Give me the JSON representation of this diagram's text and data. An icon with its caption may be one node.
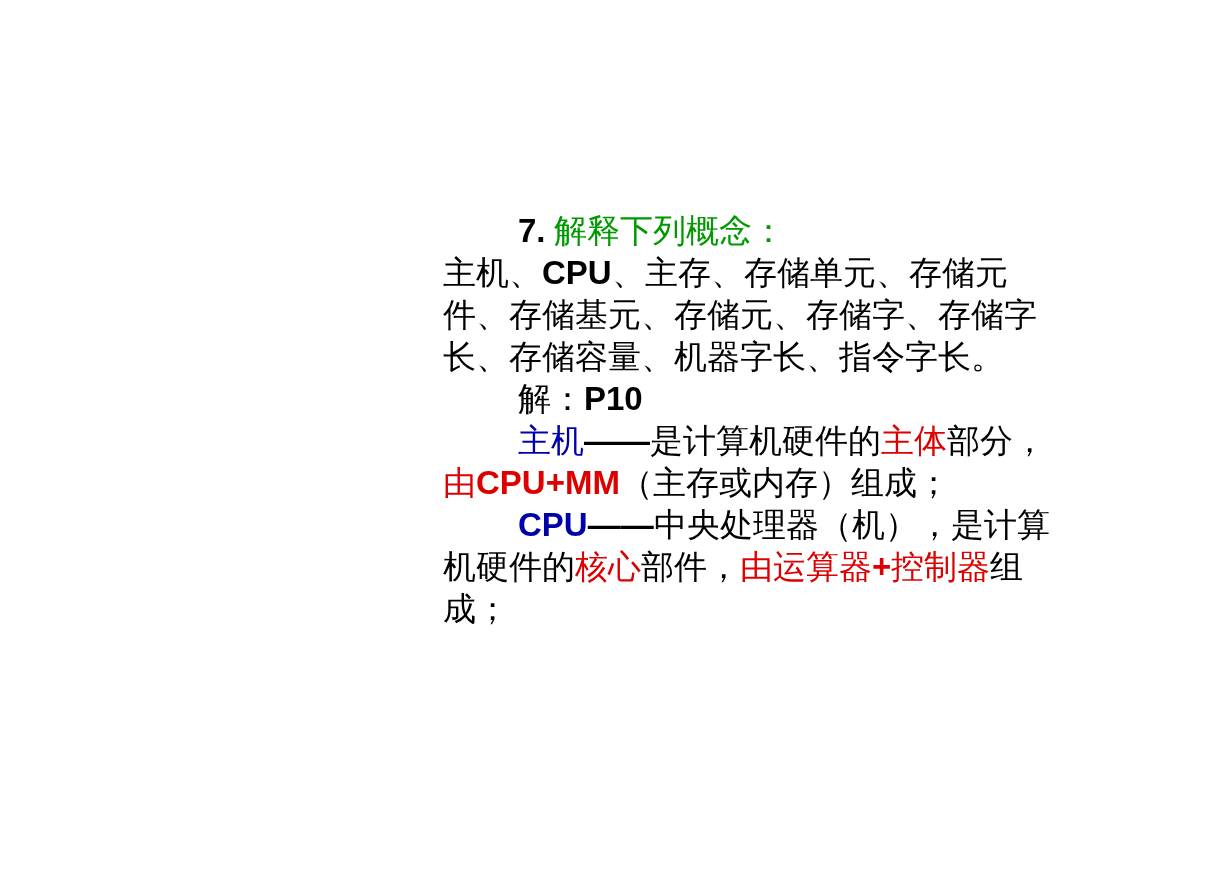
{
  "diagram": {
    "labels": [
      "7.",
      "解释下列概念：",
      "主机、**CPU**、主存、存储单元、存储元件、存储基元、存储元、存储字、存储字长、存储容量、机器字长、指令字长。",
      "解：**P10**",
      "主机",
      "**——**是计算机硬件的",
      "主体",
      "部分，",
      "由**CPU+MM**",
      "（主存或内存）组成；",
      "CPU",
      "**——**中央处理器（机），是计算机硬件的",
      "核心",
      "部件，",
      "由运算器**+**控制器",
      "组成；"
    ]
  }
}
